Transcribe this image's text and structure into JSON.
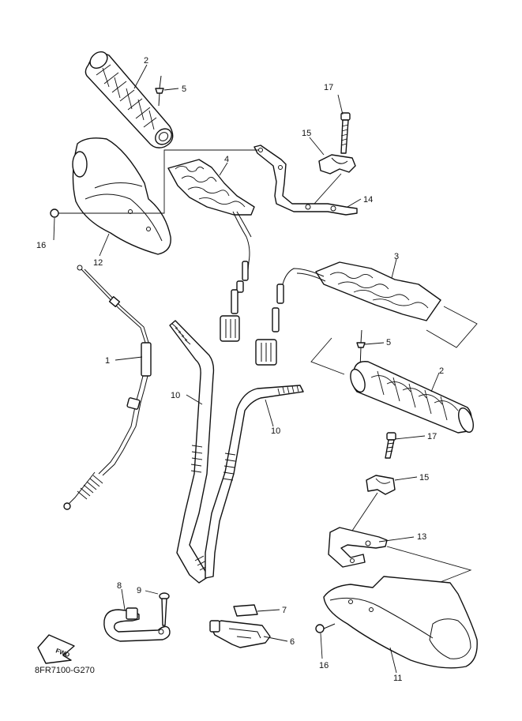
{
  "diagram_code": "8FR7100-G270",
  "fwd_label": "FWD",
  "callouts": {
    "c1": "1",
    "c2_upper": "2",
    "c2_lower": "2",
    "c3": "3",
    "c4": "4",
    "c5_upper": "5",
    "c5_lower": "5",
    "c6": "6",
    "c7": "7",
    "c8": "8",
    "c9": "9",
    "c10_left": "10",
    "c10_right": "10",
    "c11": "11",
    "c12": "12",
    "c13": "13",
    "c14": "14",
    "c15_upper": "15",
    "c15_lower": "15",
    "c16_upper": "16",
    "c16_lower": "16",
    "c17_upper": "17",
    "c17_lower": "17"
  }
}
